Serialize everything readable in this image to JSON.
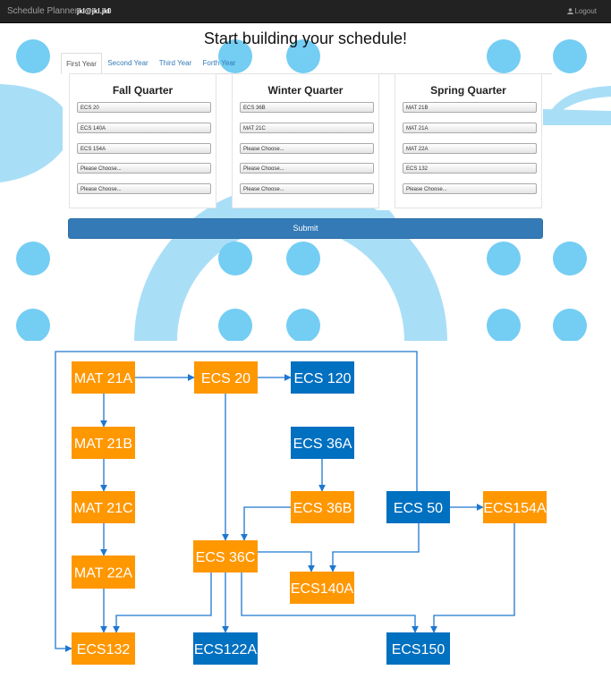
{
  "navbar": {
    "brand": "Schedule Planner",
    "user": "jkl@jkl.jkl",
    "count": "0",
    "logout": "Logout"
  },
  "title": "Start building your schedule!",
  "tabs": [
    "First Year",
    "Second Year",
    "Third Year",
    "Forth Year"
  ],
  "quarters": [
    {
      "name": "Fall Quarter",
      "selects": [
        "ECS 20",
        "ECS 140A",
        "ECS 154A",
        "Please Choose...",
        "Please Choose..."
      ]
    },
    {
      "name": "Winter Quarter",
      "selects": [
        "ECS 36B",
        "MAT 21C",
        "Please Choose...",
        "Please Choose...",
        "Please Choose..."
      ]
    },
    {
      "name": "Spring Quarter",
      "selects": [
        "MAT 21B",
        "MAT 21A",
        "MAT 22A",
        "ECS 132",
        "Please Choose..."
      ]
    }
  ],
  "submit": "Submit",
  "colors": {
    "orange": "#ff9700",
    "blue": "#0070c0",
    "arrow": "#1f77d0",
    "circles": "#74cdf3",
    "navbar": "#222222",
    "primary": "#337ab7"
  },
  "diagram": {
    "nodes": [
      {
        "id": "mat21a",
        "label": "MAT 21A",
        "color": "orange"
      },
      {
        "id": "ecs20",
        "label": "ECS 20",
        "color": "orange"
      },
      {
        "id": "ecs120",
        "label": "ECS 120",
        "color": "blue"
      },
      {
        "id": "mat21b",
        "label": "MAT 21B",
        "color": "orange"
      },
      {
        "id": "ecs36a",
        "label": "ECS 36A",
        "color": "blue"
      },
      {
        "id": "mat21c",
        "label": "MAT 21C",
        "color": "orange"
      },
      {
        "id": "ecs36b",
        "label": "ECS 36B",
        "color": "orange"
      },
      {
        "id": "ecs50",
        "label": "ECS 50",
        "color": "blue"
      },
      {
        "id": "ecs154a",
        "label": "ECS154A",
        "color": "orange"
      },
      {
        "id": "ecs36c",
        "label": "ECS 36C",
        "color": "orange"
      },
      {
        "id": "mat22a",
        "label": "MAT 22A",
        "color": "orange"
      },
      {
        "id": "ecs140a",
        "label": "ECS140A",
        "color": "orange"
      },
      {
        "id": "ecs132",
        "label": "ECS132",
        "color": "orange"
      },
      {
        "id": "ecs122a",
        "label": "ECS122A",
        "color": "blue"
      },
      {
        "id": "ecs150",
        "label": "ECS150",
        "color": "blue"
      }
    ]
  }
}
